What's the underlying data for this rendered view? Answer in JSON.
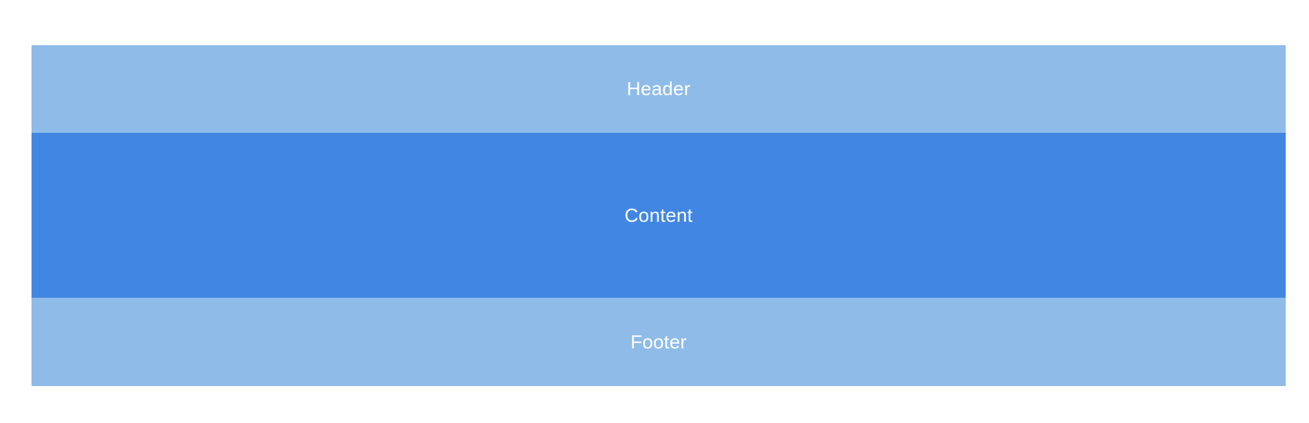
{
  "sections": {
    "header": {
      "label": "Header"
    },
    "content": {
      "label": "Content"
    },
    "footer": {
      "label": "Footer"
    }
  },
  "colors": {
    "page_background": "#FFFFFF",
    "section_light": "#8FBBE9",
    "section_dark": "#4187E2",
    "label_text": "#FFFFFF"
  }
}
